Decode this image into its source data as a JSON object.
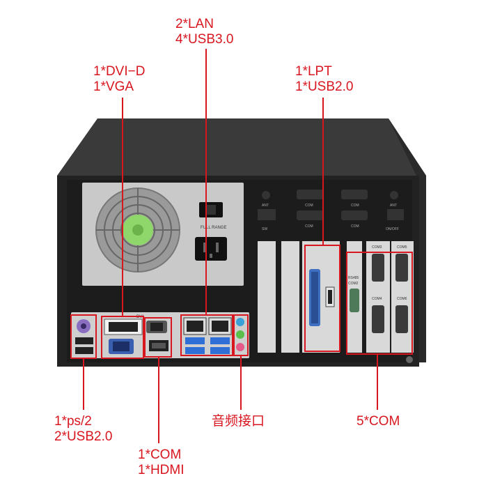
{
  "colors": {
    "accent": "#d8161f",
    "chassis": "#222222",
    "chassis_top": "#3a3a3a",
    "psu": "#c9c9c9",
    "fan": "#8fd66b",
    "port_blue": "#2f6fd6",
    "slot_cover": "#d9d9d9",
    "card_green": "#7a9a5a"
  },
  "callouts": {
    "lan_usb3": {
      "line1": "2*LAN",
      "line2": "4*USB3.0"
    },
    "dvi_vga": {
      "line1": "1*DVI−D",
      "line2": "1*VGA"
    },
    "lpt_usb2": {
      "line1": "1*LPT",
      "line2": "1*USB2.0"
    },
    "ps2_usb2": {
      "line1": "1*ps/2",
      "line2": "2*USB2.0"
    },
    "audio": {
      "line1": "音频接口"
    },
    "com_hdmi": {
      "line1": "1*COM",
      "line2": "1*HDMI"
    },
    "com5": {
      "line1": "5*COM"
    }
  },
  "panel_text": {
    "ant_left": "ANT",
    "ant_right": "ANT",
    "com_top1": "COM",
    "com_top2": "COM",
    "com_mid1": "COM",
    "com_mid2": "COM",
    "sw": "SW",
    "onoff": "ON/OFF",
    "com3": "COM3",
    "com5_small": "COM5",
    "com4": "COM4",
    "com6": "COM6",
    "rs485": "RS485",
    "com2": "COM2",
    "full_range": "FULL RANGE",
    "dvi_label": "DVI"
  },
  "icons": [
    "fan-icon",
    "power-switch-icon",
    "power-socket-icon",
    "ps2-port-icon",
    "usb-port-icon",
    "dvi-port-icon",
    "vga-port-icon",
    "serial-port-icon",
    "hdmi-port-icon",
    "lan-port-icon",
    "audio-jack-icon",
    "parallel-port-icon"
  ]
}
